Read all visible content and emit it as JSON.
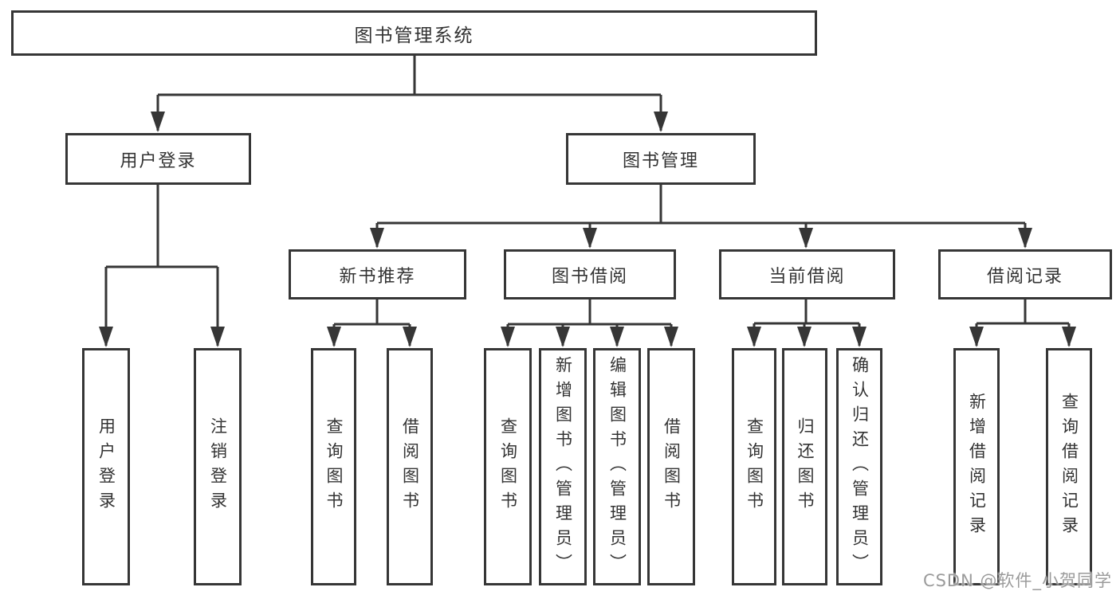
{
  "diagram": {
    "root": {
      "label": "图书管理系统"
    },
    "login": {
      "label": "用户登录",
      "children": [
        {
          "label": "用户登录"
        },
        {
          "label": "注销登录"
        }
      ]
    },
    "management": {
      "label": "图书管理",
      "sections": [
        {
          "label": "新书推荐",
          "children": [
            {
              "label": "查询图书"
            },
            {
              "label": "借阅图书"
            }
          ]
        },
        {
          "label": "图书借阅",
          "children": [
            {
              "label": "查询图书"
            },
            {
              "label": "新增图书（管理员）"
            },
            {
              "label": "编辑图书（管理员）"
            },
            {
              "label": "借阅图书"
            }
          ]
        },
        {
          "label": "当前借阅",
          "children": [
            {
              "label": "查询图书"
            },
            {
              "label": "归还图书"
            },
            {
              "label": "确认归还（管理员）"
            }
          ]
        },
        {
          "label": "借阅记录",
          "children": [
            {
              "label": "新增借阅记录"
            },
            {
              "label": "查询借阅记录"
            }
          ]
        }
      ]
    }
  },
  "watermark": {
    "text": "CSDN @软件_小贺同学"
  },
  "colors": {
    "line": "#363636",
    "text": "#333333",
    "background": "#ffffff",
    "watermark": "#9b9b9b"
  }
}
